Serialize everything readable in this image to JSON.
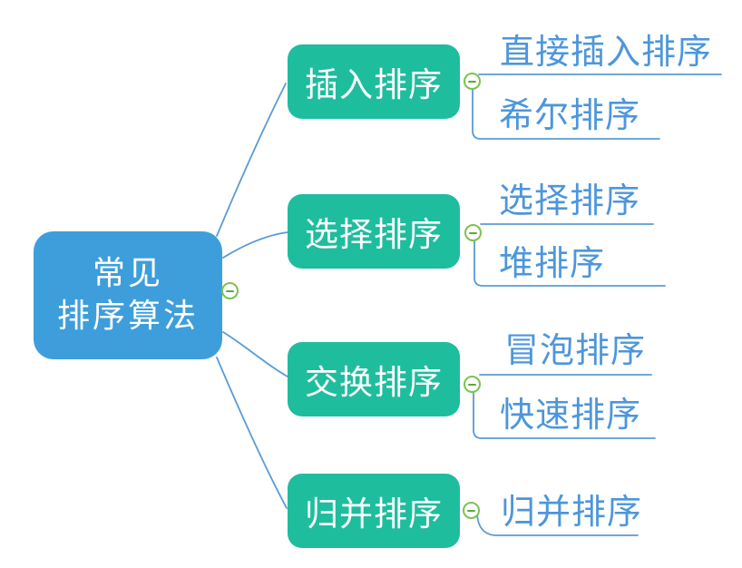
{
  "colors": {
    "background": "#FFFFFF",
    "root_fill": "#3E9EDB",
    "branch_fill": "#1EBD9E",
    "node_text": "#FFFFFF",
    "leaf_text": "#4D96DB",
    "line": "#5B9BD5",
    "collapse_border": "#7CC24F",
    "collapse_bar": "#5AA83B"
  },
  "mindmap": {
    "root": {
      "label_line1": "常见",
      "label_line2": "排序算法",
      "collapse_icon": "minus-circle-icon"
    },
    "branches": [
      {
        "label": "插入排序",
        "collapse_icon": "minus-circle-icon",
        "children": [
          "直接插入排序",
          "希尔排序"
        ]
      },
      {
        "label": "选择排序",
        "collapse_icon": "minus-circle-icon",
        "children": [
          "选择排序",
          "堆排序"
        ]
      },
      {
        "label": "交换排序",
        "collapse_icon": "minus-circle-icon",
        "children": [
          "冒泡排序",
          "快速排序"
        ]
      },
      {
        "label": "归并排序",
        "collapse_icon": "minus-circle-icon",
        "children": [
          "归并排序"
        ]
      }
    ]
  }
}
